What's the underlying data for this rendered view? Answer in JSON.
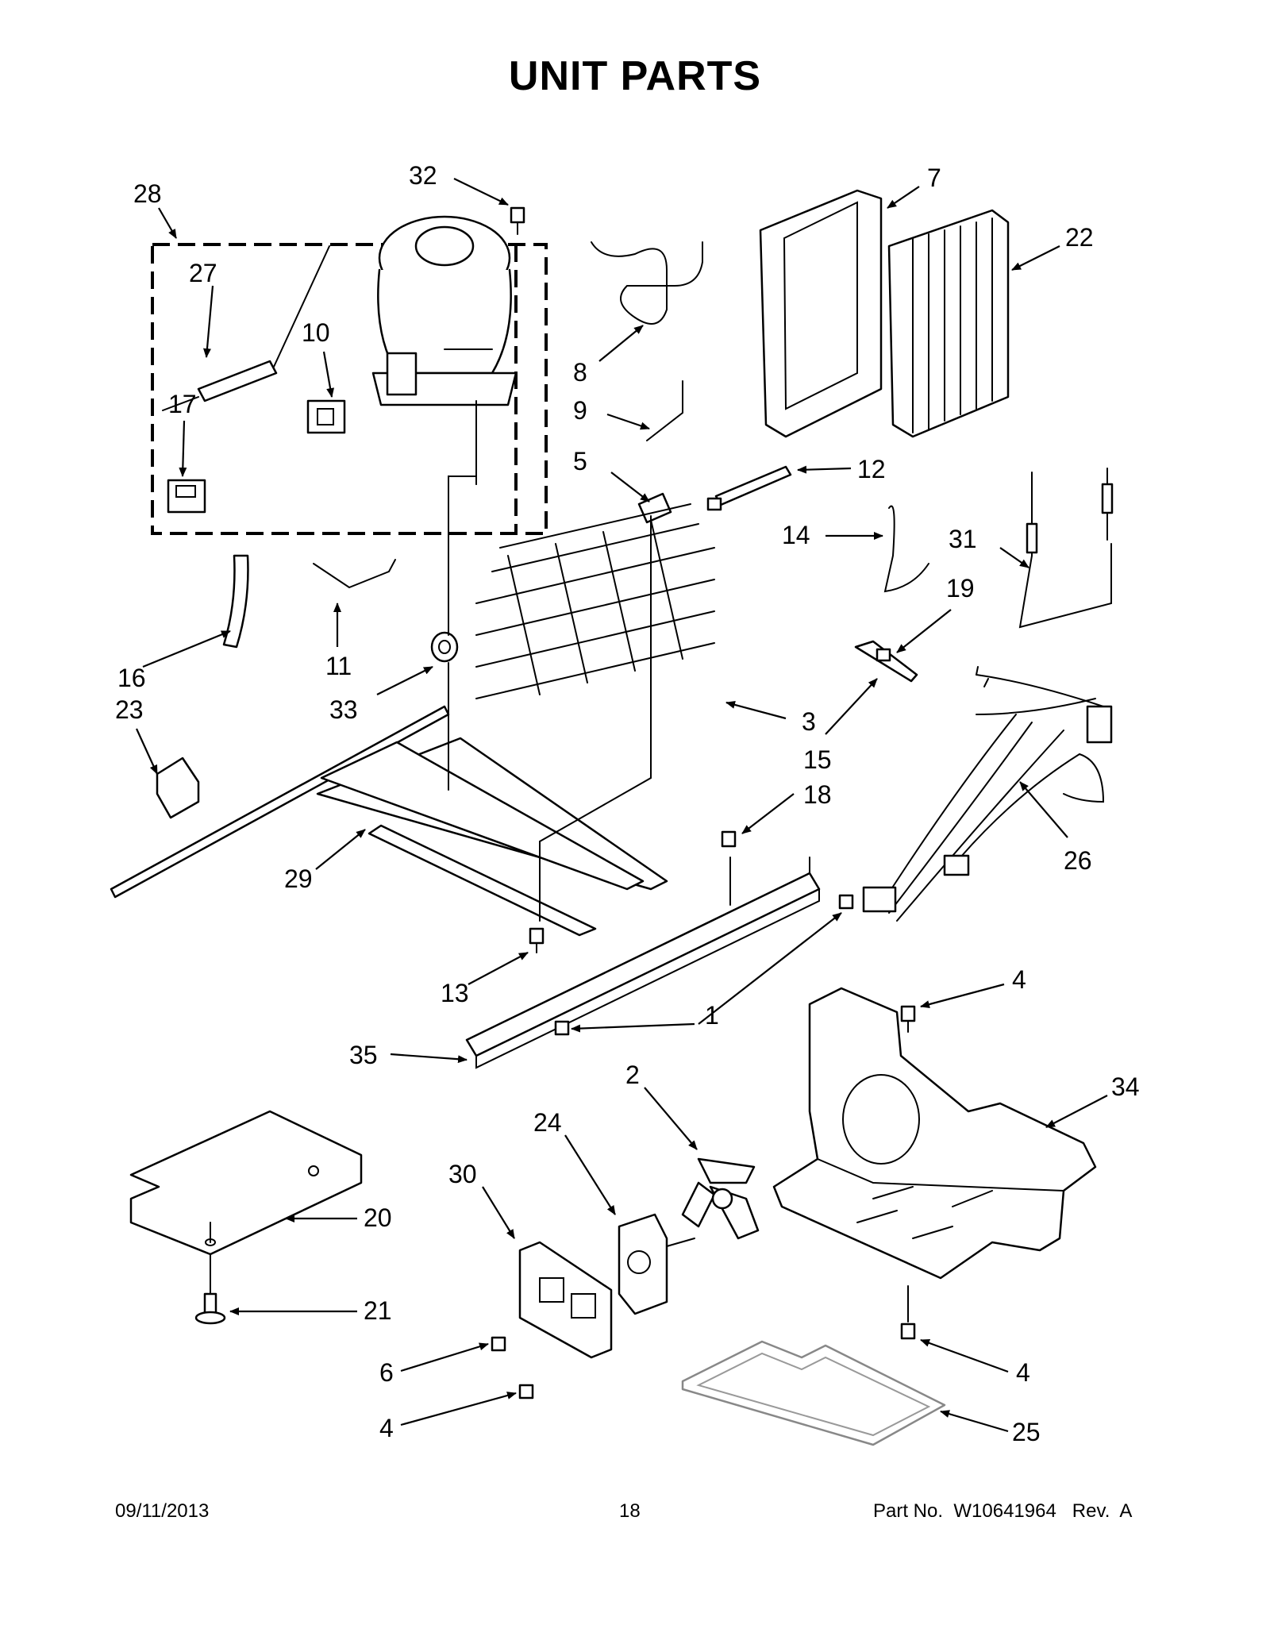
{
  "title": "UNIT PARTS",
  "callouts": [
    {
      "id": "c32",
      "label": "32"
    },
    {
      "id": "c28",
      "label": "28"
    },
    {
      "id": "c27",
      "label": "27"
    },
    {
      "id": "c10",
      "label": "10"
    },
    {
      "id": "c17",
      "label": "17"
    },
    {
      "id": "c7",
      "label": "7"
    },
    {
      "id": "c22",
      "label": "22"
    },
    {
      "id": "c8",
      "label": "8"
    },
    {
      "id": "c9",
      "label": "9"
    },
    {
      "id": "c5",
      "label": "5"
    },
    {
      "id": "c12",
      "label": "12"
    },
    {
      "id": "c14",
      "label": "14"
    },
    {
      "id": "c31",
      "label": "31"
    },
    {
      "id": "c19",
      "label": "19"
    },
    {
      "id": "c16",
      "label": "16"
    },
    {
      "id": "c11",
      "label": "11"
    },
    {
      "id": "c33",
      "label": "33"
    },
    {
      "id": "c23",
      "label": "23"
    },
    {
      "id": "c3",
      "label": "3"
    },
    {
      "id": "c15",
      "label": "15"
    },
    {
      "id": "c18",
      "label": "18"
    },
    {
      "id": "c26",
      "label": "26"
    },
    {
      "id": "c29",
      "label": "29"
    },
    {
      "id": "c13",
      "label": "13"
    },
    {
      "id": "c1",
      "label": "1"
    },
    {
      "id": "c4a",
      "label": "4"
    },
    {
      "id": "c35",
      "label": "35"
    },
    {
      "id": "c2",
      "label": "2"
    },
    {
      "id": "c34",
      "label": "34"
    },
    {
      "id": "c24",
      "label": "24"
    },
    {
      "id": "c30",
      "label": "30"
    },
    {
      "id": "c20",
      "label": "20"
    },
    {
      "id": "c21",
      "label": "21"
    },
    {
      "id": "c6",
      "label": "6"
    },
    {
      "id": "c4b",
      "label": "4"
    },
    {
      "id": "c4c",
      "label": "4"
    },
    {
      "id": "c25",
      "label": "25"
    }
  ],
  "footer": {
    "date": "09/11/2013",
    "page": "18",
    "part_number": "Part No.  W10641964   Rev.  A"
  }
}
